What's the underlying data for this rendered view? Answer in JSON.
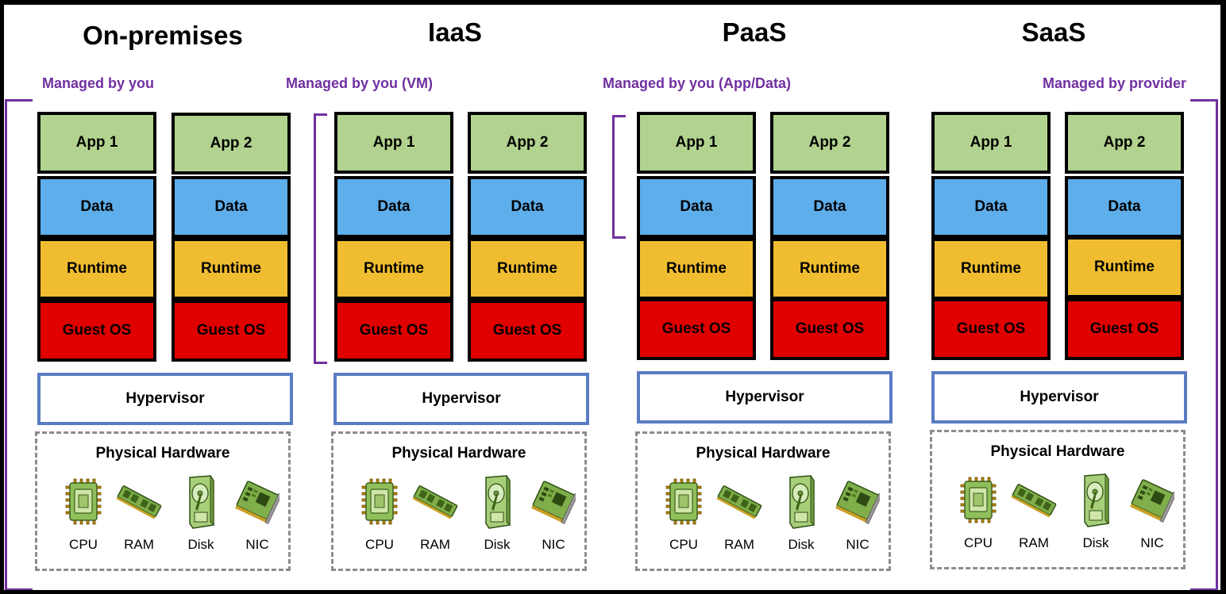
{
  "columns": [
    {
      "title": "On-premises",
      "managed": "Managed by you",
      "vms": [
        {
          "app": "App 1",
          "data": "Data",
          "runtime": "Runtime",
          "os": "Guest OS"
        },
        {
          "app": "App 2",
          "data": "Data",
          "runtime": "Runtime",
          "os": "Guest OS"
        }
      ],
      "hypervisor": "Hypervisor",
      "hardware": {
        "title": "Physical Hardware",
        "items": [
          "CPU",
          "RAM",
          "Disk",
          "NIC"
        ]
      }
    },
    {
      "title": "IaaS",
      "managed": "Managed by you (VM)",
      "vms": [
        {
          "app": "App 1",
          "data": "Data",
          "runtime": "Runtime",
          "os": "Guest OS"
        },
        {
          "app": "App 2",
          "data": "Data",
          "runtime": "Runtime",
          "os": "Guest OS"
        }
      ],
      "hypervisor": "Hypervisor",
      "hardware": {
        "title": "Physical Hardware",
        "items": [
          "CPU",
          "RAM",
          "Disk",
          "NIC"
        ]
      }
    },
    {
      "title": "PaaS",
      "managed": "Managed by you (App/Data)",
      "vms": [
        {
          "app": "App 1",
          "data": "Data",
          "runtime": "Runtime",
          "os": "Guest OS"
        },
        {
          "app": "App 2",
          "data": "Data",
          "runtime": "Runtime",
          "os": "Guest OS"
        }
      ],
      "hypervisor": "Hypervisor",
      "hardware": {
        "title": "Physical Hardware",
        "items": [
          "CPU",
          "RAM",
          "Disk",
          "NIC"
        ]
      }
    },
    {
      "title": "SaaS",
      "managed": "Managed by provider",
      "vms": [
        {
          "app": "App 1",
          "data": "Data",
          "runtime": "Runtime",
          "os": "Guest OS"
        },
        {
          "app": "App 2",
          "data": "Data",
          "runtime": "Runtime",
          "os": "Guest OS"
        }
      ],
      "hypervisor": "Hypervisor",
      "hardware": {
        "title": "Physical Hardware",
        "items": [
          "CPU",
          "RAM",
          "Disk",
          "NIC"
        ]
      }
    }
  ],
  "hardware_icons": [
    "cpu-chip-icon",
    "ram-module-icon",
    "disk-drive-icon",
    "nic-card-icon"
  ],
  "colors": {
    "app": "#b2d38f",
    "data": "#5daeeb",
    "runtime": "#efbd2f",
    "guest_os": "#e00000",
    "hypervisor_border": "#5a7cc3",
    "managed_text": "#7030a0",
    "hardware_border": "#8c8c8c"
  }
}
